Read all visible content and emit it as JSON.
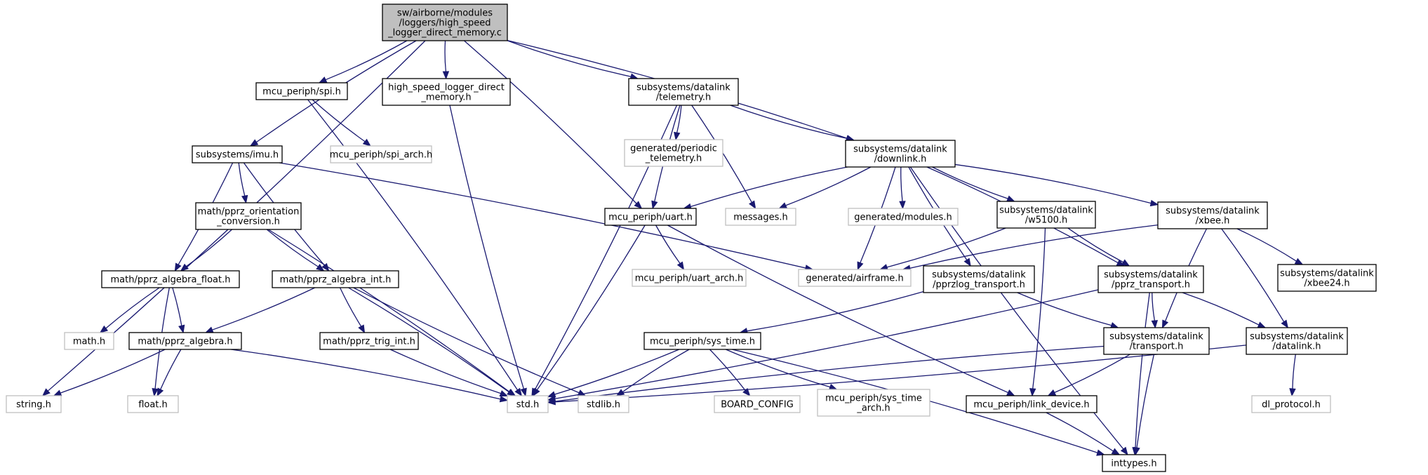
{
  "diagram": {
    "type": "include-dependency-graph",
    "colors": {
      "edge": "#191970",
      "root_fill": "#bfbfbf",
      "node_border": "#000000",
      "missing_border": "#bfbfbf",
      "background": "#ffffff"
    },
    "nodes": [
      {
        "id": "root",
        "lines": [
          "sw/airborne/modules",
          "/loggers/high_speed",
          "_logger_direct_memory.c"
        ],
        "style": "root"
      },
      {
        "id": "spi",
        "lines": [
          "mcu_periph/spi.h"
        ],
        "style": "normal"
      },
      {
        "id": "hsl",
        "lines": [
          "high_speed_logger_direct",
          "_memory.h"
        ],
        "style": "normal"
      },
      {
        "id": "telem",
        "lines": [
          "subsystems/datalink",
          "/telemetry.h"
        ],
        "style": "normal"
      },
      {
        "id": "imu",
        "lines": [
          "subsystems/imu.h"
        ],
        "style": "normal"
      },
      {
        "id": "spiarch",
        "lines": [
          "mcu_periph/spi_arch.h"
        ],
        "style": "missing"
      },
      {
        "id": "genper",
        "lines": [
          "generated/periodic",
          "_telemetry.h"
        ],
        "style": "missing"
      },
      {
        "id": "downlink",
        "lines": [
          "subsystems/datalink",
          "/downlink.h"
        ],
        "style": "normal"
      },
      {
        "id": "orient",
        "lines": [
          "math/pprz_orientation",
          "_conversion.h"
        ],
        "style": "normal"
      },
      {
        "id": "uart",
        "lines": [
          "mcu_periph/uart.h"
        ],
        "style": "normal"
      },
      {
        "id": "messages",
        "lines": [
          "messages.h"
        ],
        "style": "missing"
      },
      {
        "id": "genmod",
        "lines": [
          "generated/modules.h"
        ],
        "style": "missing"
      },
      {
        "id": "w5100",
        "lines": [
          "subsystems/datalink",
          "/w5100.h"
        ],
        "style": "normal"
      },
      {
        "id": "xbee",
        "lines": [
          "subsystems/datalink",
          "/xbee.h"
        ],
        "style": "normal"
      },
      {
        "id": "algfloat",
        "lines": [
          "math/pprz_algebra_float.h"
        ],
        "style": "normal"
      },
      {
        "id": "algint",
        "lines": [
          "math/pprz_algebra_int.h"
        ],
        "style": "normal"
      },
      {
        "id": "genair",
        "lines": [
          "generated/airframe.h"
        ],
        "style": "missing"
      },
      {
        "id": "uartarch",
        "lines": [
          "mcu_periph/uart_arch.h"
        ],
        "style": "missing"
      },
      {
        "id": "pprzlog",
        "lines": [
          "subsystems/datalink",
          "/pprzlog_transport.h"
        ],
        "style": "normal"
      },
      {
        "id": "pprztr",
        "lines": [
          "subsystems/datalink",
          "/pprz_transport.h"
        ],
        "style": "normal"
      },
      {
        "id": "xbee24",
        "lines": [
          "subsystems/datalink",
          "/xbee24.h"
        ],
        "style": "normal"
      },
      {
        "id": "mathh",
        "lines": [
          "math.h"
        ],
        "style": "missing"
      },
      {
        "id": "alg",
        "lines": [
          "math/pprz_algebra.h"
        ],
        "style": "normal"
      },
      {
        "id": "trig",
        "lines": [
          "math/pprz_trig_int.h"
        ],
        "style": "normal"
      },
      {
        "id": "systime",
        "lines": [
          "mcu_periph/sys_time.h"
        ],
        "style": "normal"
      },
      {
        "id": "transport",
        "lines": [
          "subsystems/datalink",
          "/transport.h"
        ],
        "style": "normal"
      },
      {
        "id": "datalink",
        "lines": [
          "subsystems/datalink",
          "/datalink.h"
        ],
        "style": "normal"
      },
      {
        "id": "string",
        "lines": [
          "string.h"
        ],
        "style": "missing"
      },
      {
        "id": "float",
        "lines": [
          "float.h"
        ],
        "style": "missing"
      },
      {
        "id": "std",
        "lines": [
          "std.h"
        ],
        "style": "missing"
      },
      {
        "id": "stdlib",
        "lines": [
          "stdlib.h"
        ],
        "style": "missing"
      },
      {
        "id": "board",
        "lines": [
          "BOARD_CONFIG"
        ],
        "style": "missing"
      },
      {
        "id": "systimearch",
        "lines": [
          "mcu_periph/sys_time",
          "_arch.h"
        ],
        "style": "missing"
      },
      {
        "id": "linkdev",
        "lines": [
          "mcu_periph/link_device.h"
        ],
        "style": "normal"
      },
      {
        "id": "dlproto",
        "lines": [
          "dl_protocol.h"
        ],
        "style": "missing"
      },
      {
        "id": "inttypes",
        "lines": [
          "inttypes.h"
        ],
        "style": "normal"
      }
    ],
    "edges": [
      [
        "root",
        "string"
      ],
      [
        "root",
        "imu"
      ],
      [
        "root",
        "spi"
      ],
      [
        "root",
        "hsl"
      ],
      [
        "root",
        "uart"
      ],
      [
        "root",
        "telem"
      ],
      [
        "root",
        "downlink"
      ],
      [
        "spi",
        "spiarch"
      ],
      [
        "spi",
        "std"
      ],
      [
        "hsl",
        "std"
      ],
      [
        "telem",
        "genper"
      ],
      [
        "telem",
        "uart"
      ],
      [
        "telem",
        "messages"
      ],
      [
        "telem",
        "downlink"
      ],
      [
        "telem",
        "std"
      ],
      [
        "imu",
        "orient"
      ],
      [
        "imu",
        "algfloat"
      ],
      [
        "imu",
        "algint"
      ],
      [
        "imu",
        "genair"
      ],
      [
        "downlink",
        "uart"
      ],
      [
        "downlink",
        "messages"
      ],
      [
        "downlink",
        "genmod"
      ],
      [
        "downlink",
        "genair"
      ],
      [
        "downlink",
        "w5100"
      ],
      [
        "downlink",
        "xbee"
      ],
      [
        "downlink",
        "pprzlog"
      ],
      [
        "downlink",
        "pprztr"
      ],
      [
        "downlink",
        "inttypes"
      ],
      [
        "orient",
        "algfloat"
      ],
      [
        "orient",
        "algint"
      ],
      [
        "orient",
        "std"
      ],
      [
        "uart",
        "uartarch"
      ],
      [
        "uart",
        "std"
      ],
      [
        "uart",
        "linkdev"
      ],
      [
        "w5100",
        "genair"
      ],
      [
        "w5100",
        "pprztr"
      ],
      [
        "w5100",
        "linkdev"
      ],
      [
        "xbee",
        "genair"
      ],
      [
        "xbee",
        "xbee24"
      ],
      [
        "xbee",
        "transport"
      ],
      [
        "xbee",
        "datalink"
      ],
      [
        "algfloat",
        "mathh"
      ],
      [
        "algfloat",
        "alg"
      ],
      [
        "algfloat",
        "float"
      ],
      [
        "algint",
        "alg"
      ],
      [
        "algint",
        "trig"
      ],
      [
        "algint",
        "std"
      ],
      [
        "algint",
        "stdlib"
      ],
      [
        "pprzlog",
        "systime"
      ],
      [
        "pprzlog",
        "transport"
      ],
      [
        "pprztr",
        "std"
      ],
      [
        "pprztr",
        "transport"
      ],
      [
        "pprztr",
        "datalink"
      ],
      [
        "pprztr",
        "inttypes"
      ],
      [
        "alg",
        "string"
      ],
      [
        "alg",
        "float"
      ],
      [
        "alg",
        "std"
      ],
      [
        "trig",
        "std"
      ],
      [
        "systime",
        "std"
      ],
      [
        "systime",
        "stdlib"
      ],
      [
        "systime",
        "board"
      ],
      [
        "systime",
        "systimearch"
      ],
      [
        "systime",
        "inttypes"
      ],
      [
        "transport",
        "std"
      ],
      [
        "transport",
        "linkdev"
      ],
      [
        "transport",
        "inttypes"
      ],
      [
        "datalink",
        "std"
      ],
      [
        "datalink",
        "dlproto"
      ],
      [
        "linkdev",
        "inttypes"
      ]
    ]
  }
}
